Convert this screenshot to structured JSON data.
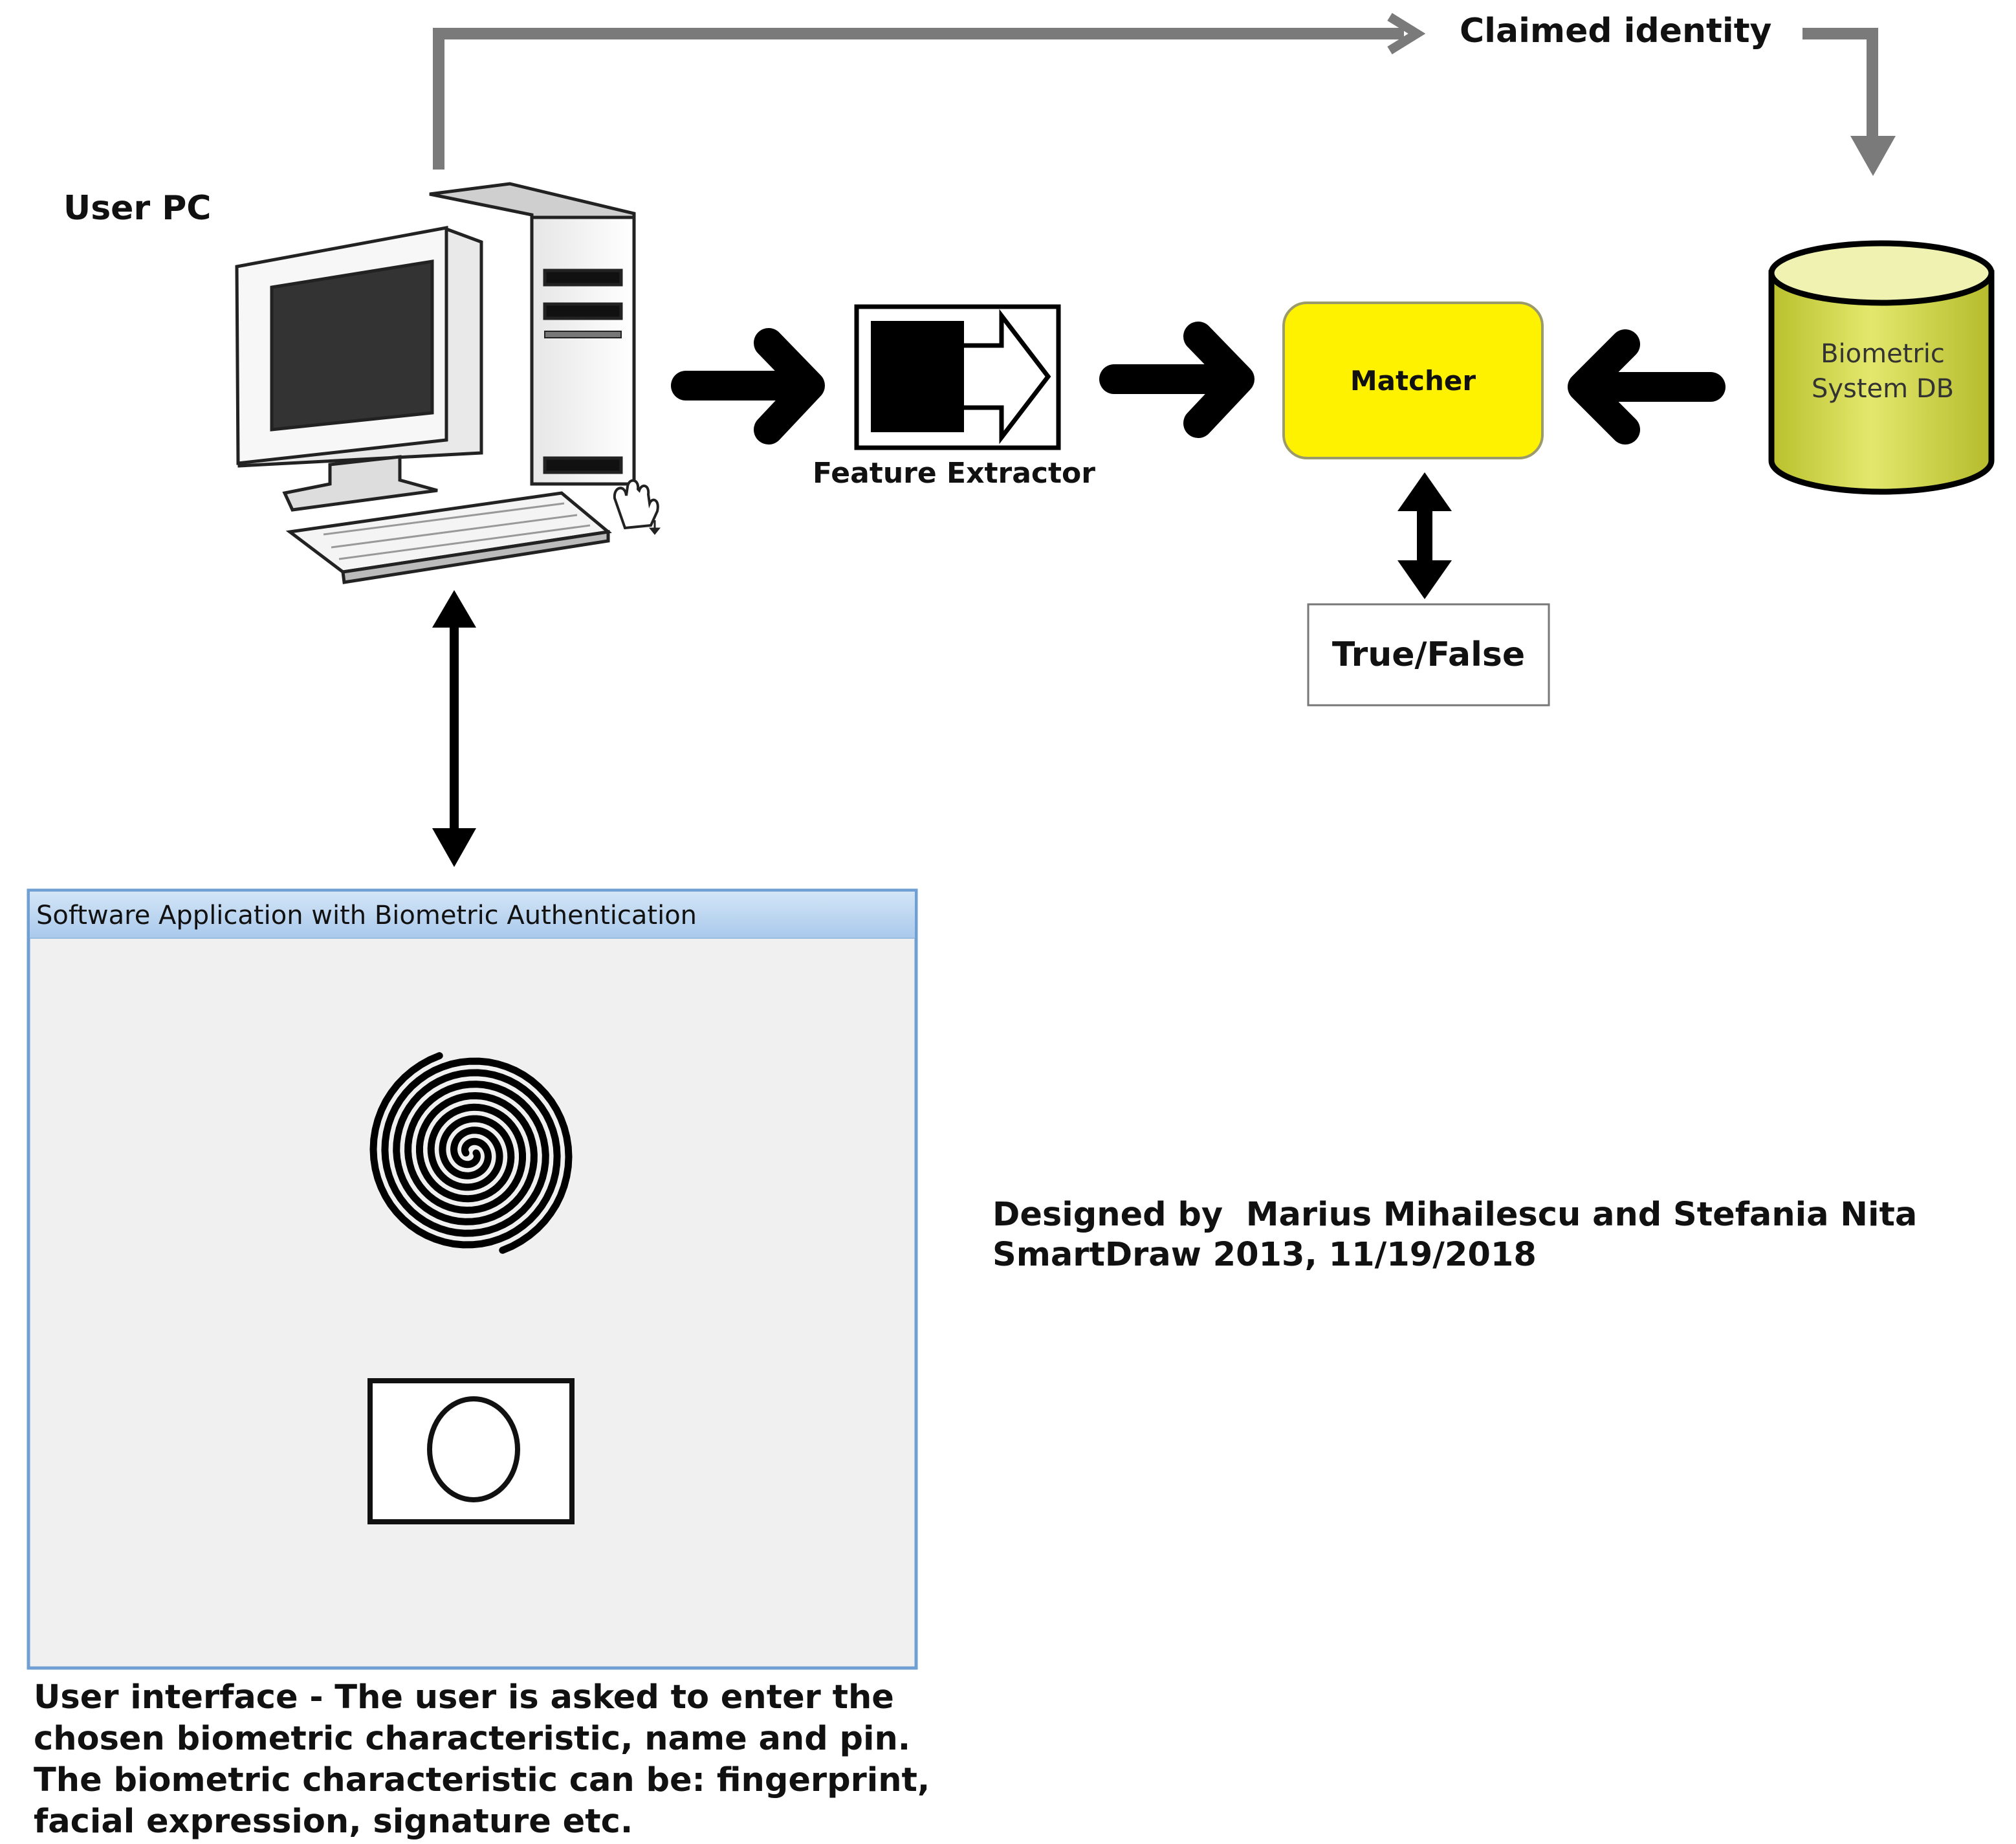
{
  "claimed_identity": "Claimed identity",
  "user_pc": "User PC",
  "feature_extractor": "Feature Extractor",
  "matcher": "Matcher",
  "database": {
    "line1": "Biometric",
    "line2": "System DB"
  },
  "result": "True/False",
  "app_window": {
    "title": "Software Application with Biometric Authentication"
  },
  "caption": "User interface - The user is asked to enter the chosen biometric characteristic, name and pin. The biometric characteristic can be: fingerprint, facial expression, signature etc.",
  "credits": {
    "line1": "Designed by  Marius Mihailescu and Stefania Nita",
    "line2": "SmartDraw 2013, 11/19/2018"
  },
  "colors": {
    "matcher_fill": "#fff200",
    "db_fill": "#d7dd55",
    "db_top": "#eff2b0",
    "connector_gray": "#7a7a7a",
    "window_titlebar": "#b9d4ee",
    "window_body": "#f0f0f0",
    "window_border": "#6f9fd3"
  }
}
